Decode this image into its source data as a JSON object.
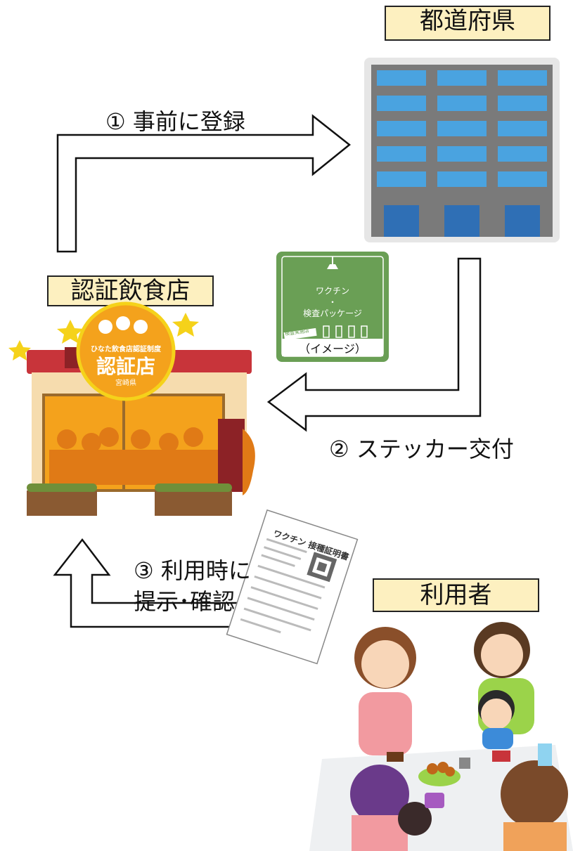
{
  "nodes": {
    "prefecture": "都道府県",
    "restaurant": "認証飲食店",
    "user": "利用者"
  },
  "steps": {
    "step1": "① 事前に登録",
    "step2": "② ステッカー交付",
    "step3_line1": "③ 利用時に",
    "step3_line2": "提示･確認"
  },
  "badge": {
    "subtitle": "ひなた飲食店認証制度",
    "title": "認証店",
    "region": "宮崎県"
  },
  "sticker": {
    "line1": "ワクチン",
    "line2": "・",
    "line3": "検査パッケージ",
    "tag": "検査実施店",
    "caption": "（イメージ）"
  },
  "certificate": {
    "title": "ワクチン 接種証明書"
  },
  "colors": {
    "label_bg": "#fdf0c0",
    "sticker_green": "#6a9f55",
    "badge_orange": "#f4a21c",
    "roof_red": "#c8343a"
  }
}
